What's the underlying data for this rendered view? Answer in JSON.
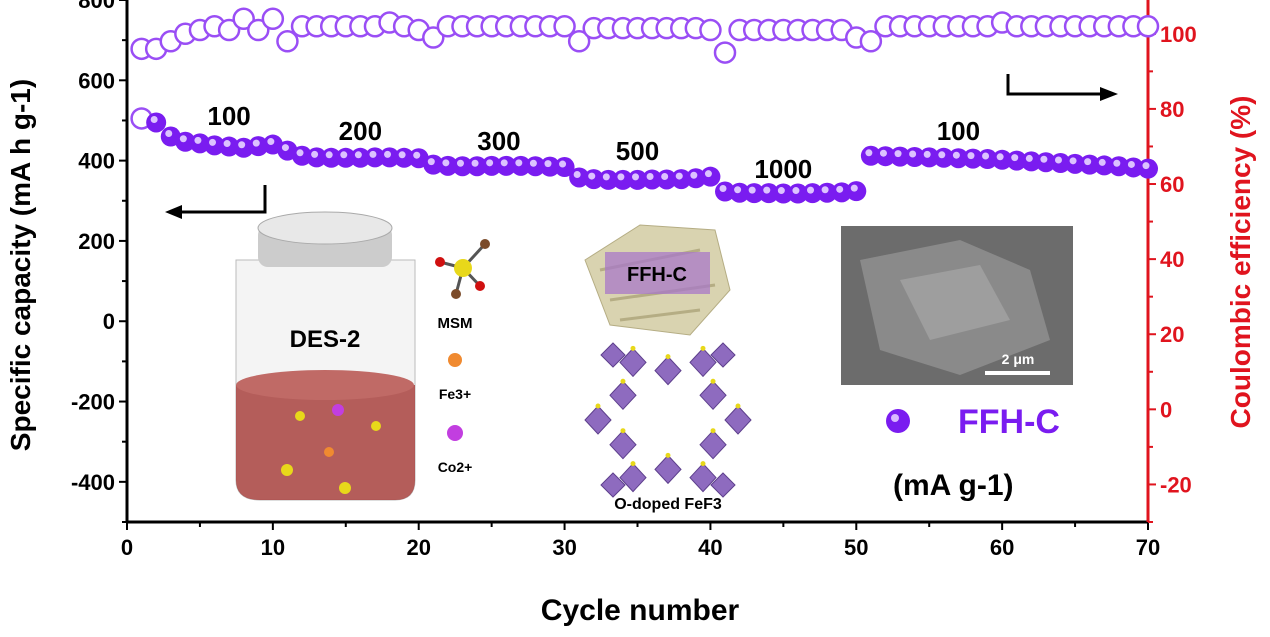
{
  "chart_data": {
    "type": "scatter",
    "xlabel": "Cycle number",
    "ylabel_left": "Specific capacity (mA h g-1)",
    "ylabel_right": "Coulombic efficiency (%)",
    "xlim": [
      0,
      70
    ],
    "ylim_left": [
      -500,
      800
    ],
    "ylim_right": [
      -30,
      109
    ],
    "x_ticks": [
      0,
      10,
      20,
      30,
      40,
      50,
      60,
      70
    ],
    "y_left_ticks": [
      -400,
      -200,
      0,
      200,
      400,
      600,
      800
    ],
    "y_right_ticks": [
      -20,
      0,
      20,
      40,
      60,
      80,
      100
    ],
    "series": [
      {
        "name": "Specific capacity",
        "axis": "left",
        "values": [
          505,
          495,
          460,
          447,
          443,
          438,
          435,
          432,
          436,
          440,
          425,
          412,
          408,
          407,
          407,
          407,
          408,
          408,
          407,
          406,
          390,
          387,
          386,
          386,
          387,
          387,
          387,
          386,
          385,
          384,
          358,
          354,
          352,
          352,
          352,
          353,
          353,
          354,
          356,
          360,
          323,
          320,
          319,
          319,
          318,
          318,
          319,
          320,
          321,
          324,
          412,
          411,
          410,
          409,
          408,
          407,
          406,
          405,
          404,
          402,
          400,
          398,
          396,
          394,
          392,
          390,
          388,
          386,
          383,
          380
        ]
      },
      {
        "name": "Coulombic efficiency",
        "axis": "right",
        "values": [
          96,
          96,
          98,
          100,
          101,
          102,
          101,
          104,
          101,
          104,
          98,
          102,
          102,
          102,
          102,
          102,
          102,
          103,
          102,
          101,
          99,
          102,
          102,
          102,
          102,
          102,
          102,
          102,
          102,
          102,
          98,
          101.5,
          101.5,
          101.5,
          101.5,
          101.5,
          101.5,
          101.5,
          101.5,
          101,
          95,
          101,
          101,
          101,
          101,
          101,
          101,
          101,
          101,
          99,
          98,
          102,
          102,
          102,
          102,
          102,
          102,
          102,
          102,
          103,
          102,
          102,
          102,
          102,
          102,
          102,
          102,
          102,
          102,
          102
        ]
      }
    ],
    "annotations": {
      "rates": [
        {
          "label": "100",
          "cycle": 7
        },
        {
          "label": "200",
          "cycle": 16
        },
        {
          "label": "300",
          "cycle": 25.5
        },
        {
          "label": "500",
          "cycle": 35
        },
        {
          "label": "1000",
          "cycle": 45
        },
        {
          "label": "100",
          "cycle": 57
        }
      ],
      "legend_label": "FFH-C",
      "legend_unit": "(mA g-1)"
    },
    "colors": {
      "series": "#7a1cf0",
      "ce_stroke": "#9a4ef5",
      "right_axis": "#e0141e"
    }
  },
  "insets": {
    "jar_label": "DES-2",
    "molecule_label": "MSM",
    "fe_label": "Fe3+",
    "co_label": "Co2+",
    "particle_label": "FFH-C",
    "structure_label": "O-doped FeF3",
    "scale_bar": "2 μm"
  }
}
